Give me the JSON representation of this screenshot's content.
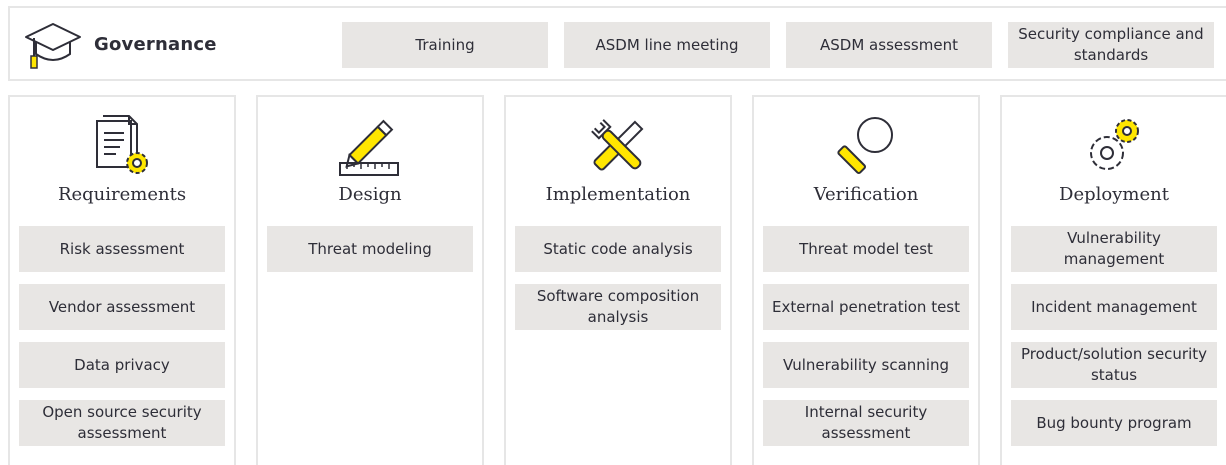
{
  "governance": {
    "title": "Governance",
    "items": [
      "Training",
      "ASDM line meeting",
      "ASDM assessment",
      "Security compliance and standards"
    ]
  },
  "columns": [
    {
      "title": "Requirements",
      "icon": "document-gear-icon",
      "items": [
        "Risk assessment",
        "Vendor assessment",
        "Data privacy",
        "Open source security assessment"
      ]
    },
    {
      "title": "Design",
      "icon": "pencil-ruler-icon",
      "items": [
        "Threat modeling"
      ]
    },
    {
      "title": "Implementation",
      "icon": "tools-icon",
      "items": [
        "Static code analysis",
        "Software composition analysis"
      ]
    },
    {
      "title": "Verification",
      "icon": "magnifier-icon",
      "items": [
        "Threat model test",
        "External penetration test",
        "Vulnerability scanning",
        "Internal security assessment"
      ]
    },
    {
      "title": "Deployment",
      "icon": "gears-icon",
      "items": [
        "Vulnerability management",
        "Incident management",
        "Product/solution security status",
        "Bug bounty program"
      ]
    }
  ],
  "colors": {
    "accent": "#ffe600",
    "box": "#e8e6e4",
    "border": "#e6e6e6",
    "text": "#2e2e38"
  }
}
